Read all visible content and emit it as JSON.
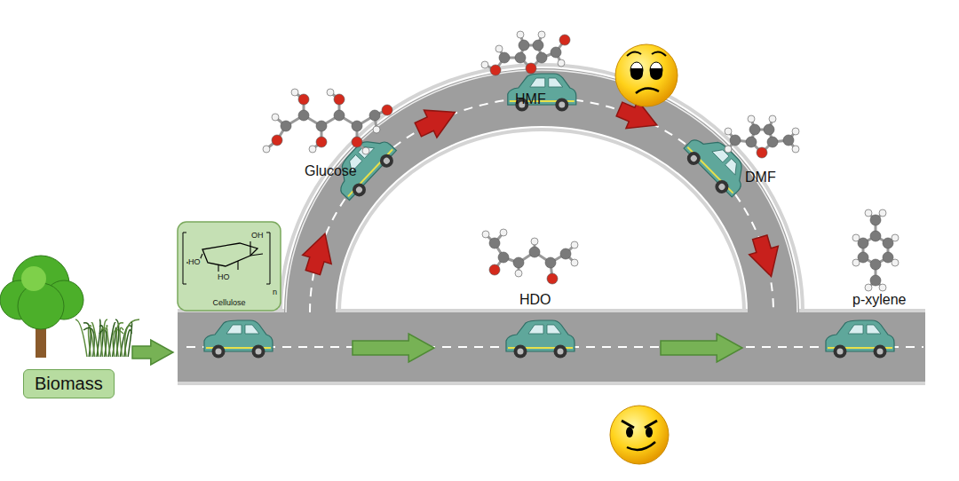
{
  "diagram": {
    "nodes": [
      {
        "text": [
          "Biomass"
        ]
      },
      {
        "text": [
          "Cellulose"
        ]
      }
    ],
    "labels": [
      "Glucose",
      "HMF",
      "DMF",
      "HDO",
      "p-xylene",
      "OH",
      "HO",
      "HO",
      "n"
    ]
  }
}
